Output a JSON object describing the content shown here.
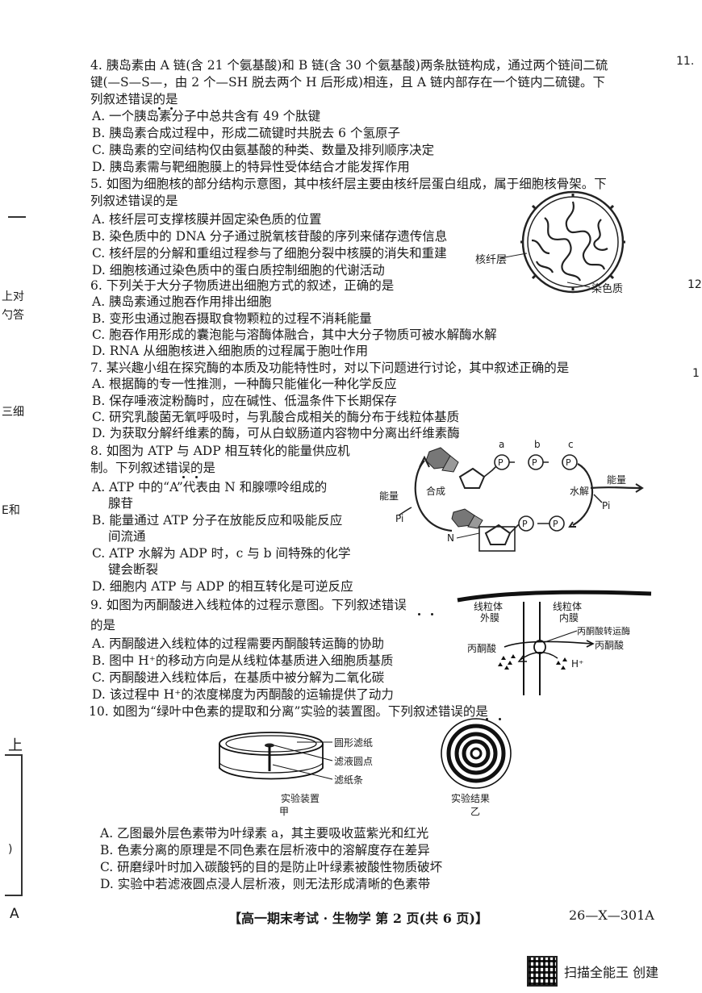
{
  "side": {
    "top_right": "11.",
    "right_mid": "12",
    "right_low": "1",
    "left_1": "上对",
    "left_2": "勺答",
    "left_3": "三细",
    "left_4": "E和",
    "left_5": "上",
    "left_6": ")",
    "left_7": "A"
  },
  "q4": {
    "l1": "4. 胰岛素由 A 链(含 21 个氨基酸)和 B 链(含 30 个氨基酸)两条肽链构成，通过两个链间二硫",
    "l2": "键(—S—S—，由 2 个—SH 脱去两个 H 后形成)相连，且 A 链内部存在一个链内二硫键。下",
    "l3": "列叙述错误的是",
    "a": "A. 一个胰岛素分子中总共含有 49 个肽键",
    "b": "B. 胰岛素合成过程中，形成二硫键时共脱去 6 个氢原子",
    "c": "C. 胰岛素的空间结构仅由氨基酸的种类、数量及排列顺序决定",
    "d": "D. 胰岛素需与靶细胞膜上的特异性受体结合才能发挥作用"
  },
  "q5": {
    "l1": "5. 如图为细胞核的部分结构示意图，其中核纤层主要由核纤层蛋白组成，属于细胞核骨架。下",
    "l2": "列叙述错误的是",
    "a": "A. 核纤层可支撑核膜并固定染色质的位置",
    "b": "B. 染色质中的 DNA 分子通过脱氧核苷酸的序列来储存遗传信息",
    "c": "C. 核纤层的分解和重组过程参与了细胞分裂中核膜的消失和重建",
    "d": "D. 细胞核通过染色质中的蛋白质控制细胞的代谢活动",
    "fig_label_lamina": "核纤层",
    "fig_label_chromatin": "染色质"
  },
  "q6": {
    "l1": "6. 下列关于大分子物质进出细胞方式的叙述，正确的是",
    "a": "A. 胰岛素通过胞吞作用排出细胞",
    "b": "B. 变形虫通过胞吞摄取食物颗粒的过程不消耗能量",
    "c": "C. 胞吞作用形成的囊泡能与溶酶体融合，其中大分子物质可被水解酶水解",
    "d": "D. RNA 从细胞核进入细胞质的过程属于胞吐作用"
  },
  "q7": {
    "l1": "7. 某兴趣小组在探究酶的本质及功能特性时，对以下问题进行讨论，其中叙述正确的是",
    "a": "A. 根据酶的专一性推测，一种酶只能催化一种化学反应",
    "b": "B. 保存唾液淀粉酶时，应在碱性、低温条件下长期保存",
    "c": "C. 研究乳酸菌无氧呼吸时，与乳酸合成相关的酶分布于线粒体基质",
    "d": "D. 为获取分解纤维素的酶，可从白蚁肠道内容物中分离出纤维素酶"
  },
  "q8": {
    "l1": "8. 如图为 ATP 与 ADP 相互转化的能量供应机",
    "l2": "制。下列叙述错误的是",
    "a1": "A. ATP 中的“A”代表由 N 和腺嘌呤组成的",
    "a2": "腺苷",
    "b1": "B. 能量通过 ATP 分子在放能反应和吸能反应",
    "b2": "间流通",
    "c1": "C. ATP 水解为 ADP 时，c 与 b 间特殊的化学",
    "c2": "键会断裂",
    "d": "D. 细胞内 ATP 与 ADP 的相互转化是可逆反应",
    "fig": {
      "a": "a",
      "b": "b",
      "c": "c",
      "p": "P",
      "energy_left": "能量",
      "energy_right": "能量",
      "synthesis": "合成",
      "hydrolysis": "水解",
      "pi_left": "Pi",
      "pi_right": "Pi",
      "n": "N"
    }
  },
  "q9": {
    "l1": "9. 如图为丙酮酸进入线粒体的过程示意图。下列叙述错误",
    "l2": "的是",
    "a": "A. 丙酮酸进入线粒体的过程需要丙酮酸转运酶的协助",
    "b": "B. 图中 H⁺的移动方向是从线粒体基质进入细胞质基质",
    "c": "C. 丙酮酸进入线粒体后，在基质中被分解为二氧化碳",
    "d": "D. 该过程中 H⁺的浓度梯度为丙酮酸的运输提供了动力",
    "fig": {
      "outer1": "线粒体",
      "outer2": "外膜",
      "inner1": "线粒体",
      "inner2": "内膜",
      "transporter": "丙酮酸转运酶",
      "pyruvate_left": "丙酮酸",
      "pyruvate_right": "丙酮酸",
      "hplus": "H⁺"
    }
  },
  "q10": {
    "l1": "10. 如图为“绿叶中色素的提取和分离”实验的装置图。下列叙述错误的是",
    "a": "A. 乙图最外层色素带为叶绿素 a，其主要吸收蓝紫光和红光",
    "b": "B. 色素分离的原理是不同色素在层析液中的溶解度存在差异",
    "c": "C. 研磨绿叶时加入碳酸钙的目的是防止叶绿素被酸性物质破坏",
    "d": "D. 实验中若滤液圆点浸人层析液，则无法形成清晰的色素带",
    "fig": {
      "paper": "圆形滤纸",
      "spot": "滤液圆点",
      "strip": "滤纸条",
      "setup": "实验装置",
      "result": "实验结果",
      "jia": "甲",
      "yi": "乙"
    }
  },
  "footer": {
    "title": "【高一期末考试 · 生物学   第 2 页(共 6 页)】",
    "code": "26—X—301A",
    "scanner": "扫描全能王 创建"
  }
}
